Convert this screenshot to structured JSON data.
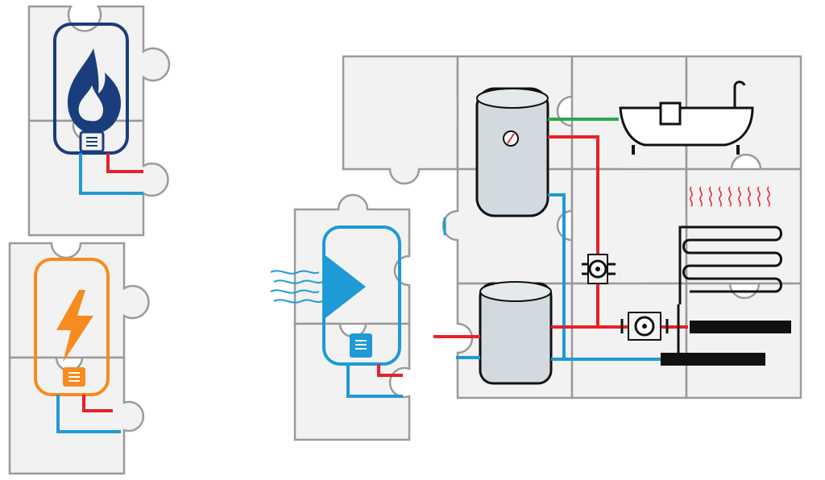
{
  "title": "",
  "colors": {
    "piece_fill": "#f2f2f2",
    "piece_stroke": "#9a9a9a",
    "gas_blue": "#1a3e7c",
    "electric_orange": "#f68b1f",
    "heatpump_blue": "#1e9ad6",
    "pipe_hot": "#e8202a",
    "pipe_cold": "#1e9ad6",
    "pipe_green": "#2aa84a",
    "tank_fill": "#d2dadf",
    "black": "#111111"
  },
  "modules": [
    {
      "id": "gas-boiler",
      "icon": "flame-icon"
    },
    {
      "id": "electric-boiler",
      "icon": "lightning-icon"
    },
    {
      "id": "heat-pump",
      "icon": "fan-triangle-icon"
    },
    {
      "id": "heating-system",
      "icons": [
        "storage-tank-icon",
        "thermometer-icon",
        "buffer-tank-icon",
        "circulation-pump-icon",
        "bathtub-icon",
        "radiator-icon",
        "floor-heating-icon"
      ]
    }
  ]
}
